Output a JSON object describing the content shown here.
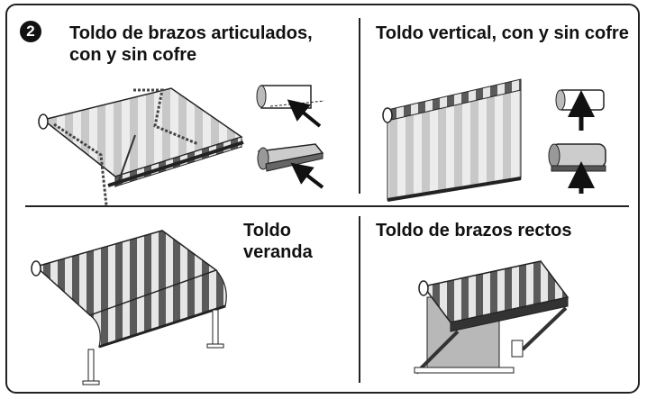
{
  "figure": {
    "number": "2",
    "panels": [
      {
        "title_line1": "Toldo de brazos articulados,",
        "title_line2": "con y sin cofre"
      },
      {
        "title_line1": "Toldo vertical, con y sin cofre",
        "title_line2": ""
      },
      {
        "title_line1": "Toldo",
        "title_line2": "veranda"
      },
      {
        "title_line1": "Toldo de brazos rectos",
        "title_line2": ""
      }
    ]
  },
  "colors": {
    "stripe_dark": "#555555",
    "stripe_light": "#d0d0d0",
    "line": "#222222"
  }
}
